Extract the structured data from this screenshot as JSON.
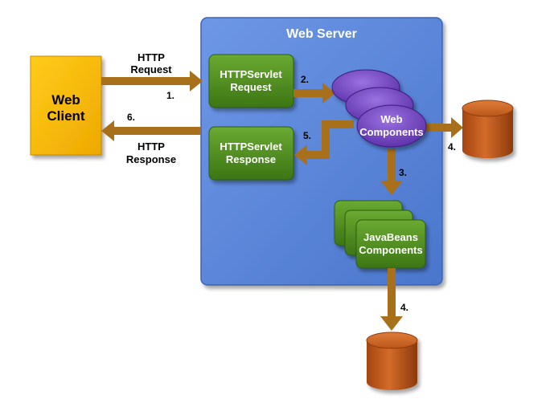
{
  "server": {
    "title": "Web Server"
  },
  "client": {
    "line1": "Web",
    "line2": "Client"
  },
  "request_box": {
    "line1": "HTTPServlet",
    "line2": "Request"
  },
  "response_box": {
    "line1": "HTTPServlet",
    "line2": "Response"
  },
  "web_components": {
    "line1": "Web",
    "line2": "Components"
  },
  "javabeans": {
    "line1": "JavaBeans",
    "line2": "Components"
  },
  "http_request_label": {
    "line1": "HTTP",
    "line2": "Request"
  },
  "http_response_label": {
    "line1": "HTTP",
    "line2": "Response"
  },
  "steps": {
    "s1": "1.",
    "s2": "2.",
    "s3": "3.",
    "s4a": "4.",
    "s4b": "4.",
    "s5": "5.",
    "s6": "6."
  },
  "colors": {
    "server_fill": "#5b86d8",
    "client_fill": "#f5b400",
    "green_box": "#4e8a1e",
    "purple": "#6a3fb8",
    "arrow": "#a8701a",
    "database": "#b9561b"
  }
}
